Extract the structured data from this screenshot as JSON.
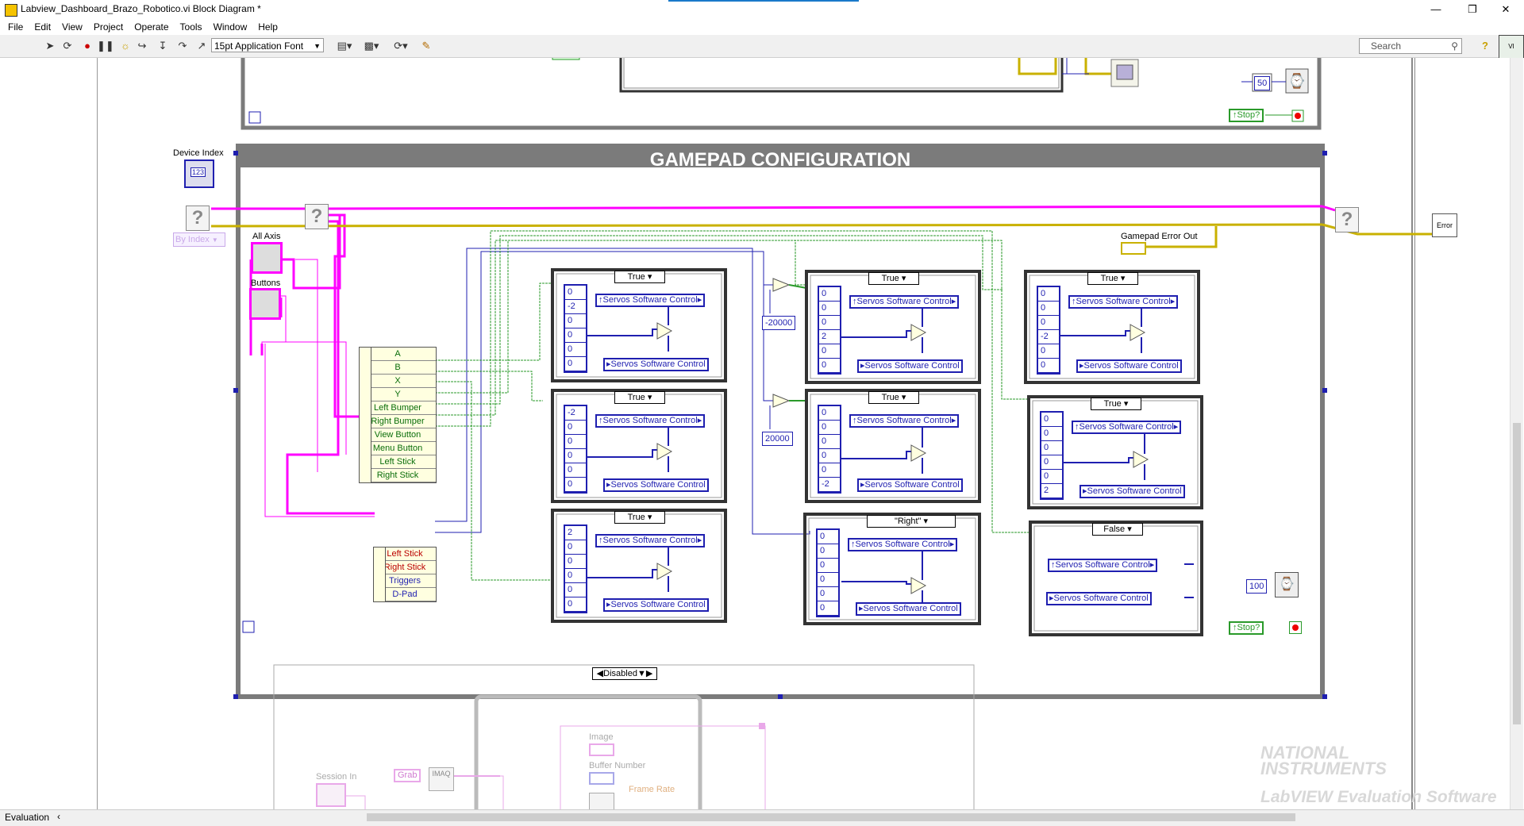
{
  "window": {
    "title": "Labview_Dashboard_Brazo_Robotico.vi Block Diagram *"
  },
  "menu": [
    "File",
    "Edit",
    "View",
    "Project",
    "Operate",
    "Tools",
    "Window",
    "Help"
  ],
  "toolbar": {
    "font": "15pt Application Font",
    "search_placeholder": "Search"
  },
  "top_loop": {
    "wait_ms": "50",
    "stop_label": "Stop?"
  },
  "gamepad": {
    "title": "GAMEPAD CONFIGURATION",
    "device_index_label": "Device Index",
    "device_index_value": "123",
    "by_index": "By Index",
    "all_axis_label": "All Axis",
    "buttons_label": "Buttons",
    "error_out_label": "Gamepad Error Out",
    "wait_ms": "100",
    "stop_label": "Stop?",
    "buttons_bundle": [
      "A",
      "B",
      "X",
      "Y",
      "Left Bumper",
      "Right Bumper",
      "View Button",
      "Menu Button",
      "Left Stick",
      "Right Stick"
    ],
    "axis_bundle": [
      "Left Stick",
      "Right Stick",
      "Triggers",
      "D-Pad"
    ],
    "neg_const": "-20000",
    "pos_const": "20000",
    "servo_label": "Servos Software Control",
    "cases": [
      {
        "selector": "True",
        "values": [
          "0",
          "-2",
          "0",
          "0",
          "0",
          "0"
        ]
      },
      {
        "selector": "True",
        "values": [
          "-2",
          "0",
          "0",
          "0",
          "0",
          "0"
        ]
      },
      {
        "selector": "True",
        "values": [
          "2",
          "0",
          "0",
          "0",
          "0",
          "0"
        ]
      },
      {
        "selector": "True",
        "values": [
          "0",
          "0",
          "0",
          "2",
          "0",
          "0"
        ]
      },
      {
        "selector": "True",
        "values": [
          "0",
          "0",
          "0",
          "0",
          "0",
          "-2"
        ]
      },
      {
        "selector": "\"Right\"",
        "values": [
          "0",
          "0",
          "0",
          "0",
          "0",
          "0"
        ]
      },
      {
        "selector": "True",
        "values": [
          "0",
          "0",
          "0",
          "-2",
          "0",
          "0"
        ]
      },
      {
        "selector": "True",
        "values": [
          "0",
          "0",
          "0",
          "0",
          "0",
          "2"
        ]
      },
      {
        "selector": "False",
        "values": []
      }
    ]
  },
  "bottom": {
    "selector": "Disabled",
    "session_in": "Session In",
    "grab": "Grab",
    "imaq": "IMAQ",
    "image": "Image",
    "buffer_number": "Buffer Number",
    "frame_rate": "Frame Rate"
  },
  "watermark": {
    "line1": "NATIONAL INSTRUMENTS",
    "line2": "LabVIEW Evaluation Software"
  },
  "status": {
    "mode": "Evaluation"
  },
  "colors": {
    "wire_pink": "#ff00ff",
    "wire_blue": "#1f1fb0",
    "wire_green": "#2a9a2a",
    "wire_yellow": "#c9b100",
    "loop_gray": "#7b7b7b"
  }
}
